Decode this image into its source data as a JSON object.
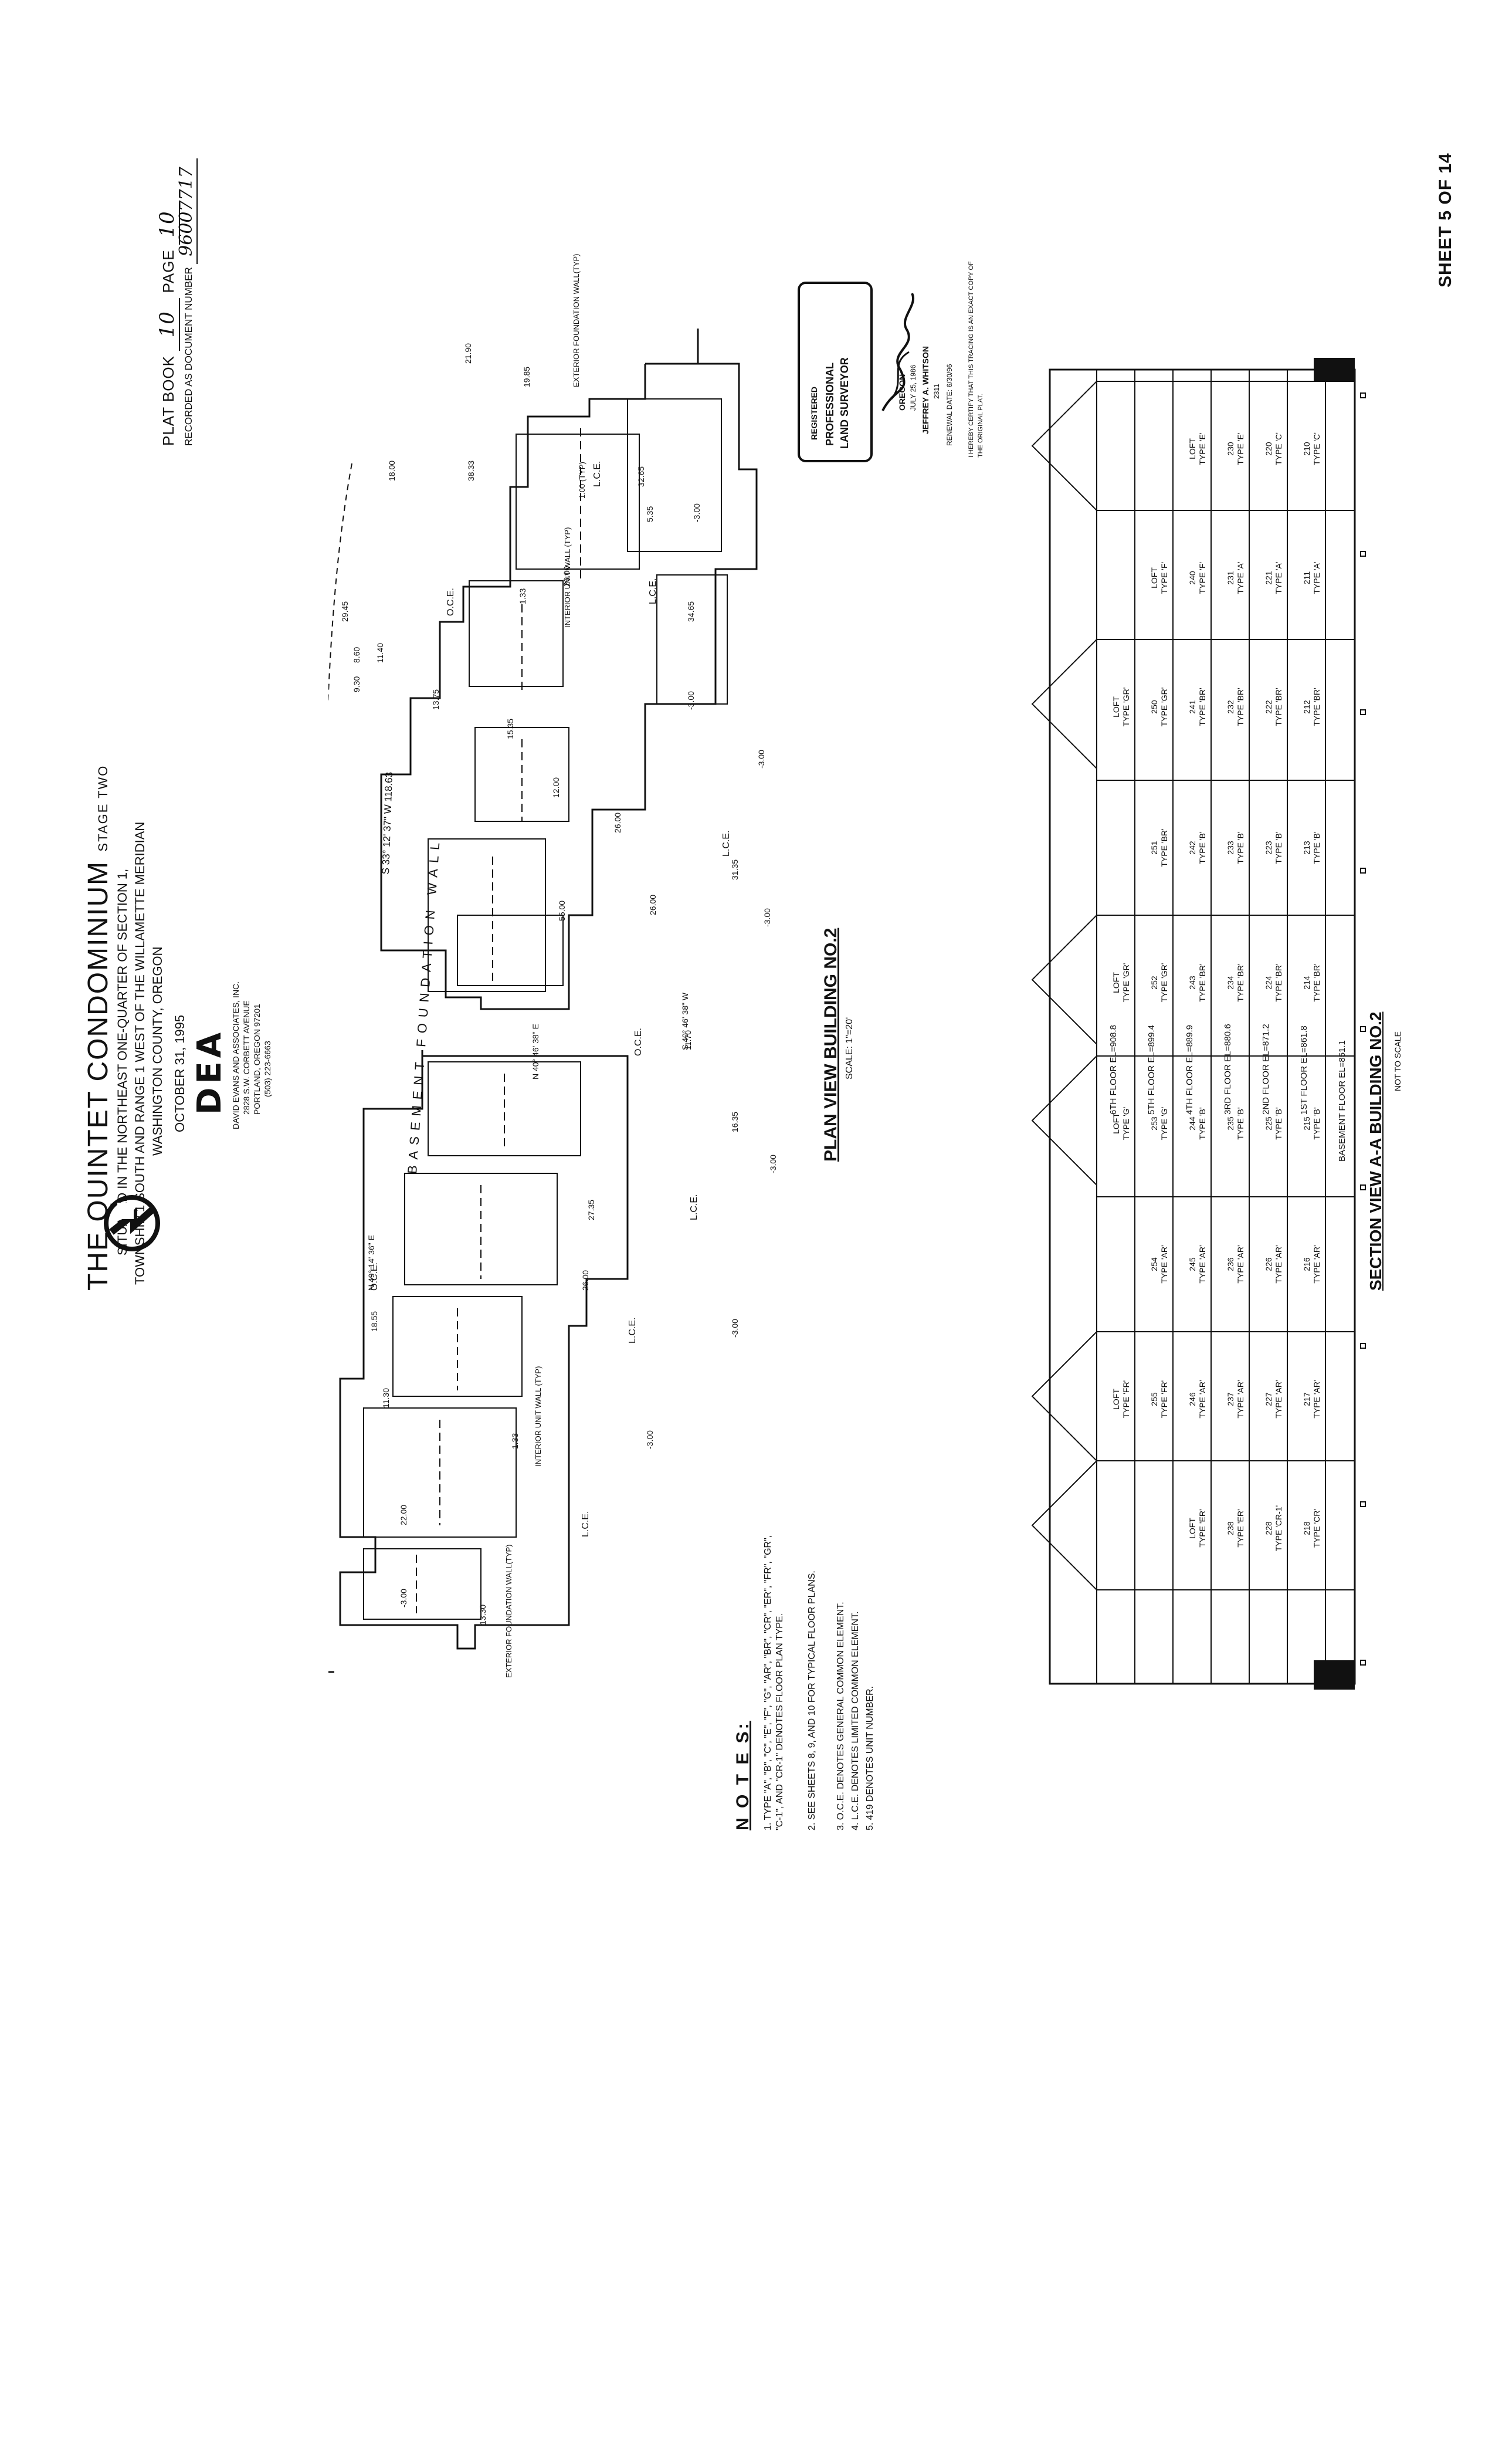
{
  "header": {
    "plat_book_label": "PLAT BOOK",
    "plat_book_value": "10",
    "page_label": "PAGE",
    "page_value": "10",
    "recorded_label": "RECORDED AS DOCUMENT NUMBER",
    "document_number": "96007717",
    "sheet": "SHEET 5 OF 14"
  },
  "title_block": {
    "title": "THE QUINTET CONDOMINIUM",
    "stage": "STAGE TWO",
    "line1": "SITUATED IN THE NORTHEAST ONE-QUARTER OF SECTION 1,",
    "line2": "TOWNSHIP 1 SOUTH AND RANGE 1 WEST OF THE WILLAMETTE MERIDIAN",
    "line3": "WASHINGTON COUNTY, OREGON",
    "date": "OCTOBER 31, 1995",
    "firm_logo": "DEA",
    "firm_name": "DAVID EVANS AND ASSOCIATES, INC.",
    "firm_address": "2828 S.W. CORBETT AVENUE",
    "firm_city": "PORTLAND, OREGON 97201",
    "firm_phone": "(503) 223-6663"
  },
  "plan_view": {
    "title": "PLAN VIEW BUILDING NO.2",
    "scale": "SCALE: 1\"=20'",
    "wall_label": "BASEMENT FOUNDATION WALL",
    "bearing_main": "S 33° 12' 37\" W 118.63",
    "section_marker": "A",
    "labels": [
      {
        "id": "oce-1",
        "text": "O.C.E."
      },
      {
        "id": "oce-2",
        "text": "O.C.E."
      },
      {
        "id": "oce-3",
        "text": "O.C.E."
      },
      {
        "id": "lce-1",
        "text": "L.C.E."
      },
      {
        "id": "lce-2",
        "text": "L.C.E."
      },
      {
        "id": "lce-3",
        "text": "L.C.E."
      },
      {
        "id": "lce-4",
        "text": "L.C.E."
      },
      {
        "id": "lce-5",
        "text": "L.C.E."
      },
      {
        "id": "lce-6",
        "text": "L.C.E."
      },
      {
        "id": "ext-wall-1",
        "text": "EXTERIOR FOUNDATION WALL(TYP)"
      },
      {
        "id": "ext-wall-2",
        "text": "EXTERIOR FOUNDATION WALL(TYP)"
      },
      {
        "id": "int-wall-1",
        "text": "INTERIOR UNIT WALL (TYP)"
      },
      {
        "id": "int-wall-2",
        "text": "INTERIOR UNIT WALL (TYP)"
      },
      {
        "id": "bearing-2",
        "text": "N 40° 46' 38\" E"
      },
      {
        "id": "bearing-3",
        "text": "S 40° 46' 38\" W"
      },
      {
        "id": "bearing-4",
        "text": "N 49° 14' 36\" E"
      },
      {
        "id": "dim-1",
        "text": "26.00"
      },
      {
        "id": "dim-2",
        "text": "26.00"
      },
      {
        "id": "dim-3",
        "text": "26.00"
      },
      {
        "id": "dim-4",
        "text": "26.00"
      },
      {
        "id": "dim-5",
        "text": "1.33"
      },
      {
        "id": "dim-6",
        "text": "1.33"
      },
      {
        "id": "dim-7",
        "text": "55.00"
      },
      {
        "id": "dim-8",
        "text": "38.33"
      },
      {
        "id": "dim-9",
        "text": "32.65"
      },
      {
        "id": "dim-10",
        "text": "34.65"
      },
      {
        "id": "dim-11",
        "text": "31.35"
      },
      {
        "id": "dim-12",
        "text": "1.00 (TYP)"
      },
      {
        "id": "dim-13",
        "text": "21.90"
      },
      {
        "id": "dim-14",
        "text": "19.85"
      },
      {
        "id": "dim-15",
        "text": "18.00"
      },
      {
        "id": "dim-16",
        "text": "27.35"
      },
      {
        "id": "dim-17",
        "text": "12.00"
      },
      {
        "id": "dim-18",
        "text": "15.35"
      },
      {
        "id": "dim-19",
        "text": "13.75"
      },
      {
        "id": "dim-20",
        "text": "11.40"
      },
      {
        "id": "dim-21",
        "text": "29.45"
      },
      {
        "id": "dim-22",
        "text": "9.30"
      },
      {
        "id": "dim-23",
        "text": "8.60"
      },
      {
        "id": "dim-24",
        "text": "5.35"
      },
      {
        "id": "dim-25",
        "text": "11.70"
      },
      {
        "id": "dim-26",
        "text": "16.35"
      },
      {
        "id": "dim-27",
        "text": "18.55"
      },
      {
        "id": "dim-28",
        "text": "11.30"
      },
      {
        "id": "dim-29",
        "text": "22.00"
      },
      {
        "id": "dim-30",
        "text": "13.30"
      },
      {
        "id": "dim-31",
        "text": "-3.00"
      },
      {
        "id": "dim-32",
        "text": "-3.00"
      },
      {
        "id": "dim-33",
        "text": "-3.00"
      },
      {
        "id": "dim-34",
        "text": "-3.00"
      },
      {
        "id": "dim-35",
        "text": "-3.00"
      },
      {
        "id": "dim-36",
        "text": "-3.00"
      },
      {
        "id": "dim-37",
        "text": "-3.00"
      },
      {
        "id": "dim-38",
        "text": "-3.00"
      }
    ]
  },
  "notes": {
    "title": "N O T E S:",
    "items": [
      "1. TYPE \"A\", \"B\", \"C\", \"E\", \"F\", \"G\", \"AR\", \"BR\", \"CR\", \"ER\", \"FR\", \"GR\", \"C-1\", AND \"CR-1\" DENOTES FLOOR PLAN TYPE.",
      "2. SEE SHEETS 8, 9, AND 10 FOR TYPICAL FLOOR PLANS.",
      "3. O.C.E. DENOTES GENERAL COMMON ELEMENT.",
      "4. L.C.E. DENOTES LIMITED COMMON ELEMENT.",
      "5. 419 DENOTES UNIT NUMBER."
    ]
  },
  "stamp": {
    "line1": "REGISTERED",
    "line2": "PROFESSIONAL",
    "line3": "LAND SURVEYOR",
    "state": "OREGON",
    "date": "JULY 25, 1986",
    "name": "JEFFREY A. WHITSON",
    "number": "2311",
    "renewal": "RENEWAL DATE: 6/30/96",
    "certify": "I HEREBY CERTIFY THAT THIS TRACING IS AN EXACT COPY OF THE ORIGINAL PLAT."
  },
  "section_view": {
    "title": "SECTION VIEW A-A BUILDING NO.2",
    "subtitle": "NOT TO SCALE",
    "floors": [
      "6TH FLOOR EL=908.8",
      "5TH FLOOR EL=899.4",
      "4TH FLOOR EL=889.9",
      "3RD FLOOR EL=880.6",
      "2ND FLOOR EL=871.2",
      "1ST FLOOR EL=861.8",
      "BASEMENT FLOOR EL=851.1"
    ],
    "columns": [
      {
        "cells": [
          [
            "LOFT",
            "TYPE 'E'"
          ],
          [
            "230",
            "TYPE 'E'"
          ],
          [
            "220",
            "TYPE 'C'"
          ],
          [
            "210",
            "TYPE 'C'"
          ]
        ]
      },
      {
        "cells": [
          [
            "LOFT",
            "TYPE 'F'"
          ],
          [
            "240",
            "TYPE 'F'"
          ],
          [
            "231",
            "TYPE 'A'"
          ],
          [
            "221",
            "TYPE 'A'"
          ],
          [
            "211",
            "TYPE 'A'"
          ]
        ]
      },
      {
        "cells": [
          [
            "LOFT",
            "TYPE 'GR'"
          ],
          [
            "250",
            "TYPE 'GR'"
          ],
          [
            "241",
            "TYPE 'BR'"
          ],
          [
            "232",
            "TYPE 'BR'"
          ],
          [
            "222",
            "TYPE 'BR'"
          ],
          [
            "212",
            "TYPE 'BR'"
          ]
        ]
      },
      {
        "cells": [
          [
            "251",
            "TYPE 'BR'"
          ],
          [
            "242",
            "TYPE 'B'"
          ],
          [
            "233",
            "TYPE 'B'"
          ],
          [
            "223",
            "TYPE 'B'"
          ],
          [
            "213",
            "TYPE 'B'"
          ]
        ]
      },
      {
        "cells": [
          [
            "LOFT",
            "TYPE 'GR'"
          ],
          [
            "252",
            "TYPE 'GR'"
          ],
          [
            "243",
            "TYPE 'BR'"
          ],
          [
            "234",
            "TYPE 'BR'"
          ],
          [
            "224",
            "TYPE 'BR'"
          ],
          [
            "214",
            "TYPE 'BR'"
          ]
        ]
      },
      {
        "cells": [
          [
            "LOFT",
            "TYPE 'G'"
          ],
          [
            "253",
            "TYPE 'G'"
          ],
          [
            "244",
            "TYPE 'B'"
          ],
          [
            "235",
            "TYPE 'B'"
          ],
          [
            "225",
            "TYPE 'B'"
          ],
          [
            "215",
            "TYPE 'B'"
          ]
        ]
      },
      {
        "cells": [
          [
            "254",
            "TYPE 'AR'"
          ],
          [
            "245",
            "TYPE 'AR'"
          ],
          [
            "236",
            "TYPE 'AR'"
          ],
          [
            "226",
            "TYPE 'AR'"
          ],
          [
            "216",
            "TYPE 'AR'"
          ]
        ]
      },
      {
        "cells": [
          [
            "LOFT",
            "TYPE 'FR'"
          ],
          [
            "255",
            "TYPE 'FR'"
          ],
          [
            "246",
            "TYPE 'AR'"
          ],
          [
            "237",
            "TYPE 'AR'"
          ],
          [
            "227",
            "TYPE 'AR'"
          ],
          [
            "217",
            "TYPE 'AR'"
          ]
        ]
      },
      {
        "cells": [
          [
            "LOFT",
            "TYPE 'ER'"
          ],
          [
            "238",
            "TYPE 'ER'"
          ],
          [
            "228",
            "TYPE 'CR-1'"
          ],
          [
            "218",
            "TYPE 'CR'"
          ]
        ]
      }
    ]
  }
}
